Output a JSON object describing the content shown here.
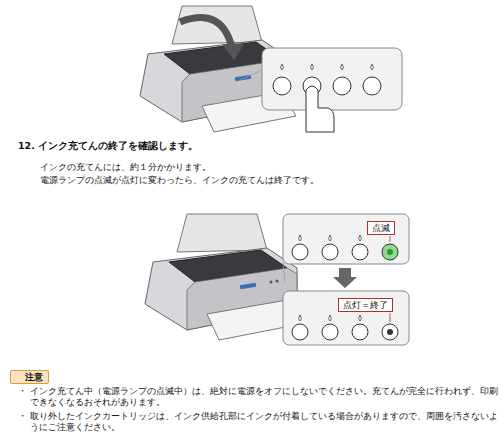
{
  "diagram": {
    "nodes": [
      {
        "text": [
          "点滅"
        ]
      },
      {
        "text": [
          "点灯＝終了"
        ]
      },
      {
        "text": [
          "注意"
        ]
      }
    ],
    "labels": [
      "12. インク充てんの終了を確認します。",
      "インクの充てんには、約１分かかります。",
      "電源ランプの点滅が点灯に変わったら、インクの充てんは終了です。",
      "・ インク充てん中（電源ランプの点滅中）は、絶対に電源をオフにしないでください。充てんが完全に行われず、印刷できなくなるおそれがあります。",
      "・ 取り外したインクカートリッジは、インク供給孔部にインクが付着している場合がありますので、周囲を汚さないようにご注意ください。"
    ]
  }
}
